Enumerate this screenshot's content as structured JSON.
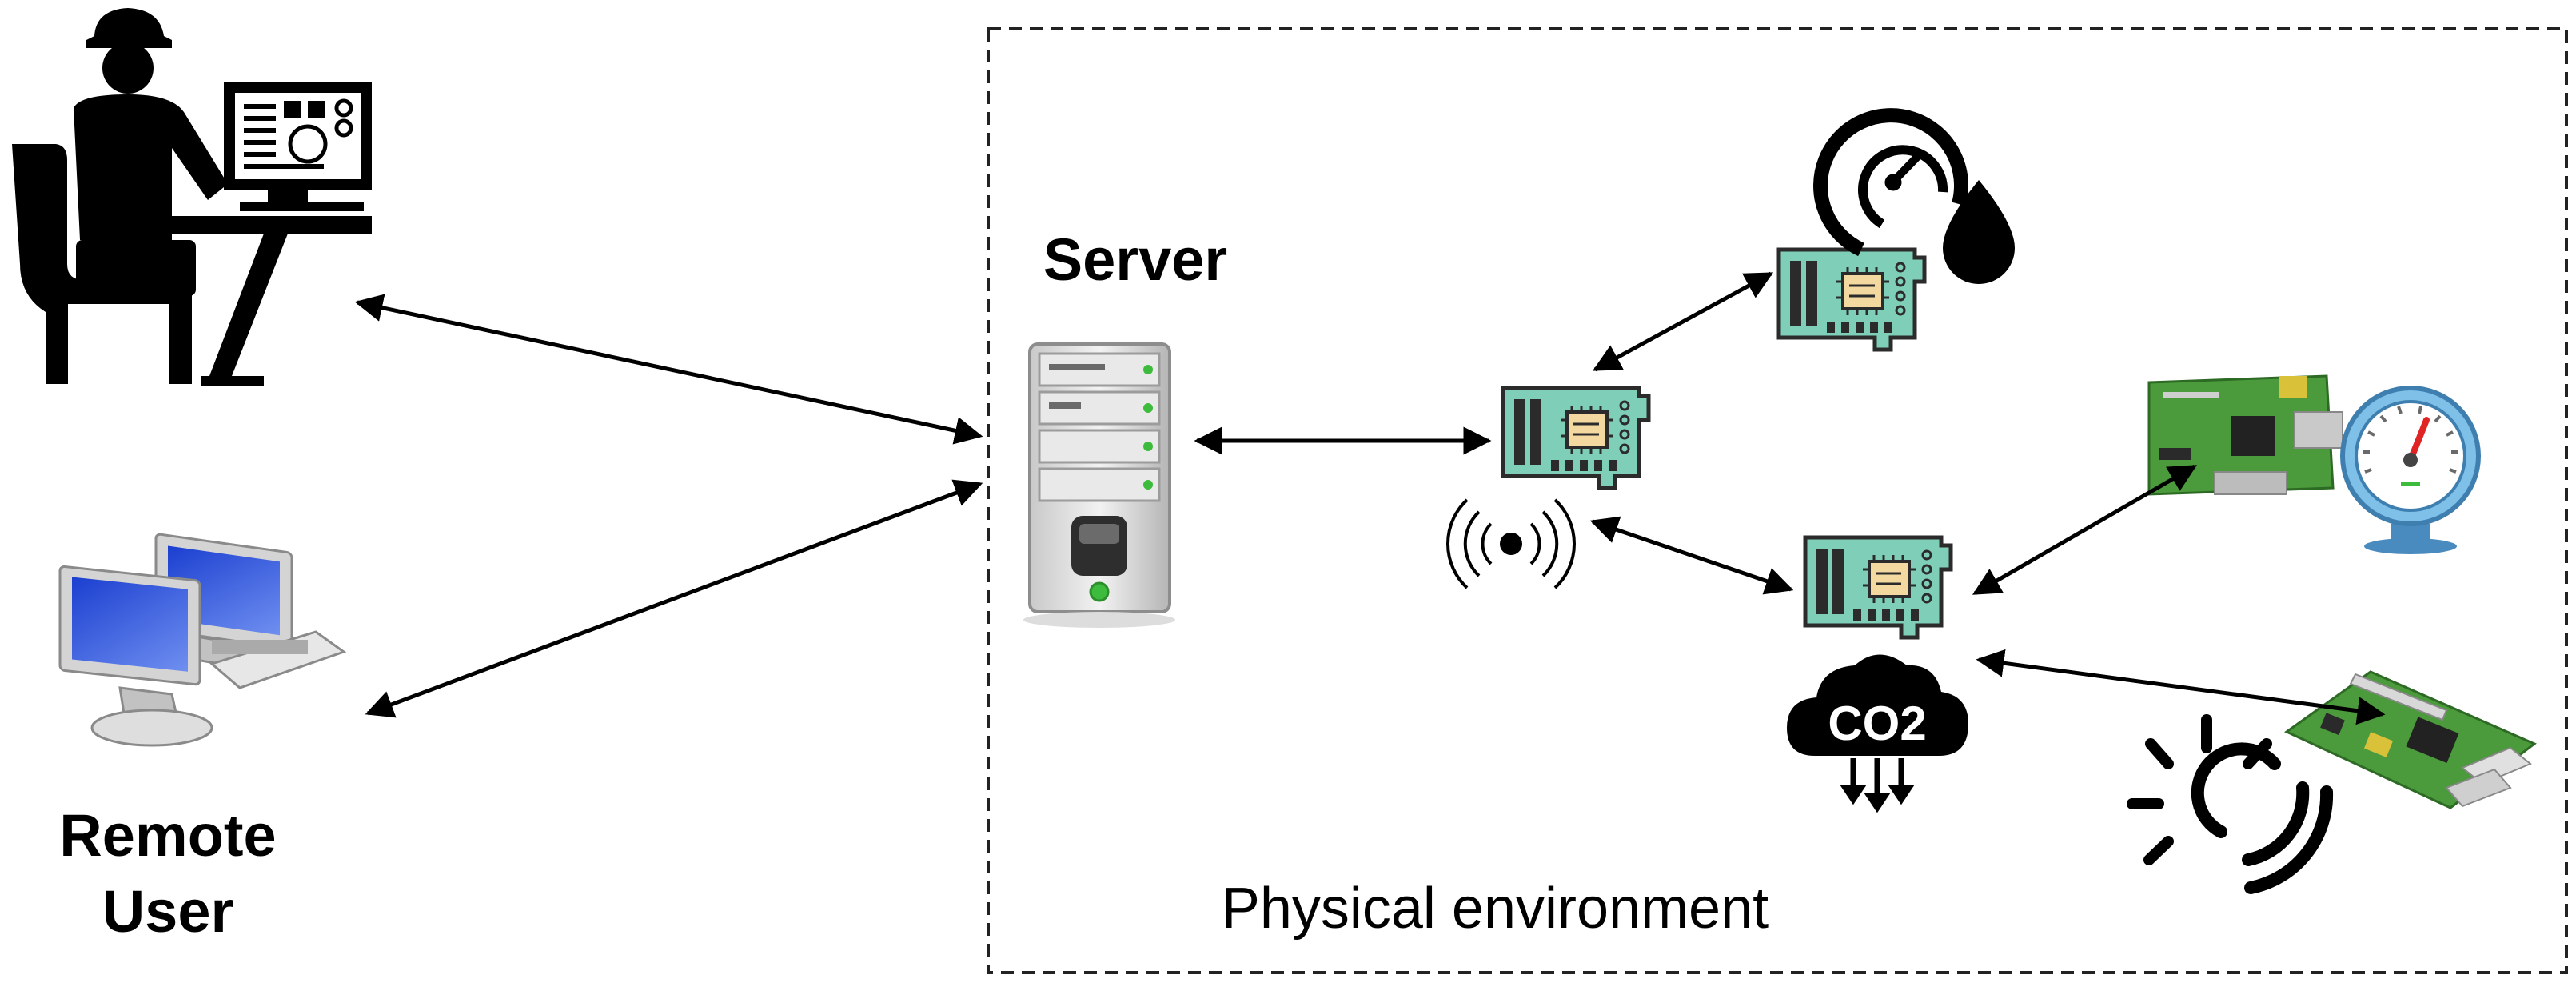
{
  "labels": {
    "server": "Server",
    "remote_user_line1": "Remote",
    "remote_user_line2": "User",
    "physical_environment": "Physical environment",
    "co2": "CO2"
  },
  "colors": {
    "board": "#7fcfb8",
    "board_dark": "#2b2b2b",
    "chip": "#f3d9a0",
    "line": "#000000",
    "screen_blue": "#2a4fd6",
    "rpi_green": "#4b9a3c",
    "gauge_blue": "#5aa7d6"
  },
  "icons": [
    "operator-at-desk-icon",
    "remote-computers-icon",
    "server-tower-icon",
    "gateway-board-icon",
    "wireless-signal-icon",
    "humidity-sensor-board-icon",
    "pressure-gauge-drop-icon",
    "co2-sensor-board-icon",
    "co2-cloud-icon",
    "raspberry-pi-icon",
    "pressure-gauge-icon",
    "sun-light-icon"
  ]
}
